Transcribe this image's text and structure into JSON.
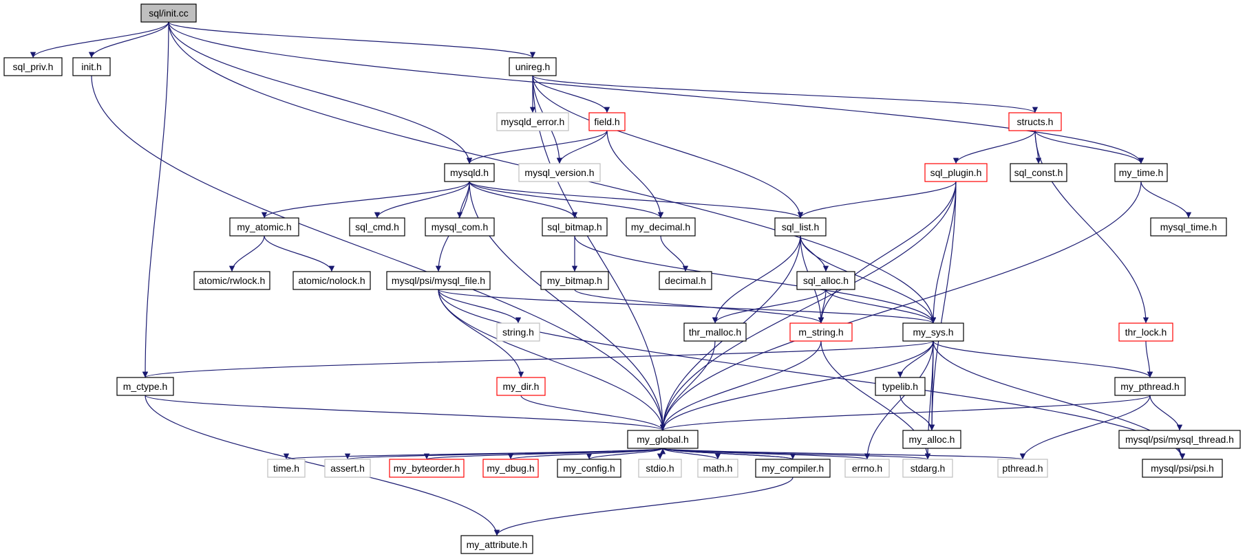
{
  "colors": {
    "edge": "#191970",
    "border_black": "#000000",
    "border_red": "#ff0000",
    "border_gray": "#bfbfbf",
    "root_fill": "#bfbfbf",
    "text": "#000000"
  },
  "nodes": [
    {
      "id": "init_cc",
      "label": "sql/init.cc",
      "style": "root"
    },
    {
      "id": "sql_priv",
      "label": "sql_priv.h",
      "style": "black"
    },
    {
      "id": "init_h",
      "label": "init.h",
      "style": "black"
    },
    {
      "id": "unireg",
      "label": "unireg.h",
      "style": "black"
    },
    {
      "id": "mysqld_error",
      "label": "mysqld_error.h",
      "style": "gray"
    },
    {
      "id": "field",
      "label": "field.h",
      "style": "red"
    },
    {
      "id": "structs",
      "label": "structs.h",
      "style": "red"
    },
    {
      "id": "mysqld",
      "label": "mysqld.h",
      "style": "black"
    },
    {
      "id": "mysql_version",
      "label": "mysql_version.h",
      "style": "gray"
    },
    {
      "id": "sql_plugin",
      "label": "sql_plugin.h",
      "style": "red"
    },
    {
      "id": "sql_const",
      "label": "sql_const.h",
      "style": "black"
    },
    {
      "id": "my_time",
      "label": "my_time.h",
      "style": "black"
    },
    {
      "id": "my_atomic",
      "label": "my_atomic.h",
      "style": "black"
    },
    {
      "id": "sql_cmd",
      "label": "sql_cmd.h",
      "style": "black"
    },
    {
      "id": "mysql_com",
      "label": "mysql_com.h",
      "style": "black"
    },
    {
      "id": "sql_bitmap",
      "label": "sql_bitmap.h",
      "style": "black"
    },
    {
      "id": "my_decimal",
      "label": "my_decimal.h",
      "style": "black"
    },
    {
      "id": "sql_list",
      "label": "sql_list.h",
      "style": "black"
    },
    {
      "id": "mysql_time",
      "label": "mysql_time.h",
      "style": "black"
    },
    {
      "id": "rwlock",
      "label": "atomic/rwlock.h",
      "style": "black"
    },
    {
      "id": "nolock",
      "label": "atomic/nolock.h",
      "style": "black"
    },
    {
      "id": "mysql_file",
      "label": "mysql/psi/mysql_file.h",
      "style": "black"
    },
    {
      "id": "my_bitmap",
      "label": "my_bitmap.h",
      "style": "black"
    },
    {
      "id": "decimal",
      "label": "decimal.h",
      "style": "black"
    },
    {
      "id": "sql_alloc",
      "label": "sql_alloc.h",
      "style": "black"
    },
    {
      "id": "string_h",
      "label": "string.h",
      "style": "gray"
    },
    {
      "id": "thr_malloc",
      "label": "thr_malloc.h",
      "style": "black"
    },
    {
      "id": "m_string",
      "label": "m_string.h",
      "style": "red"
    },
    {
      "id": "my_sys",
      "label": "my_sys.h",
      "style": "black"
    },
    {
      "id": "thr_lock",
      "label": "thr_lock.h",
      "style": "red"
    },
    {
      "id": "m_ctype",
      "label": "m_ctype.h",
      "style": "black"
    },
    {
      "id": "my_dir",
      "label": "my_dir.h",
      "style": "red"
    },
    {
      "id": "typelib",
      "label": "typelib.h",
      "style": "black"
    },
    {
      "id": "my_pthread",
      "label": "my_pthread.h",
      "style": "black"
    },
    {
      "id": "my_global",
      "label": "my_global.h",
      "style": "black"
    },
    {
      "id": "my_alloc",
      "label": "my_alloc.h",
      "style": "black"
    },
    {
      "id": "mysql_thread",
      "label": "mysql/psi/mysql_thread.h",
      "style": "black"
    },
    {
      "id": "time_h",
      "label": "time.h",
      "style": "gray"
    },
    {
      "id": "assert_h",
      "label": "assert.h",
      "style": "gray"
    },
    {
      "id": "my_byteorder",
      "label": "my_byteorder.h",
      "style": "red"
    },
    {
      "id": "my_dbug",
      "label": "my_dbug.h",
      "style": "red"
    },
    {
      "id": "my_config",
      "label": "my_config.h",
      "style": "black"
    },
    {
      "id": "stdio_h",
      "label": "stdio.h",
      "style": "gray"
    },
    {
      "id": "math_h",
      "label": "math.h",
      "style": "gray"
    },
    {
      "id": "my_compiler",
      "label": "my_compiler.h",
      "style": "black"
    },
    {
      "id": "errno_h",
      "label": "errno.h",
      "style": "gray"
    },
    {
      "id": "stdarg_h",
      "label": "stdarg.h",
      "style": "gray"
    },
    {
      "id": "pthread_h",
      "label": "pthread.h",
      "style": "gray"
    },
    {
      "id": "psi_h",
      "label": "mysql/psi/psi.h",
      "style": "black"
    },
    {
      "id": "my_attribute",
      "label": "my_attribute.h",
      "style": "black"
    }
  ],
  "edges": [
    [
      "init_cc",
      "sql_priv"
    ],
    [
      "init_cc",
      "init_h"
    ],
    [
      "init_cc",
      "unireg"
    ],
    [
      "init_cc",
      "mysqld"
    ],
    [
      "init_cc",
      "my_time"
    ],
    [
      "init_cc",
      "my_sys"
    ],
    [
      "init_cc",
      "m_ctype"
    ],
    [
      "init_h",
      "my_global"
    ],
    [
      "unireg",
      "mysqld_error"
    ],
    [
      "unireg",
      "field"
    ],
    [
      "unireg",
      "structs"
    ],
    [
      "unireg",
      "mysql_version"
    ],
    [
      "unireg",
      "sql_list"
    ],
    [
      "unireg",
      "my_global"
    ],
    [
      "field",
      "mysqld"
    ],
    [
      "field",
      "mysql_version"
    ],
    [
      "field",
      "my_decimal"
    ],
    [
      "structs",
      "sql_plugin"
    ],
    [
      "structs",
      "sql_const"
    ],
    [
      "structs",
      "my_time"
    ],
    [
      "structs",
      "thr_lock"
    ],
    [
      "mysqld",
      "my_atomic"
    ],
    [
      "mysqld",
      "sql_cmd"
    ],
    [
      "mysqld",
      "mysql_com"
    ],
    [
      "mysqld",
      "sql_bitmap"
    ],
    [
      "mysqld",
      "my_decimal"
    ],
    [
      "mysqld",
      "sql_list"
    ],
    [
      "mysqld",
      "mysql_file"
    ],
    [
      "mysqld",
      "my_global"
    ],
    [
      "my_time",
      "mysql_time"
    ],
    [
      "my_time",
      "my_global"
    ],
    [
      "my_atomic",
      "rwlock"
    ],
    [
      "my_atomic",
      "nolock"
    ],
    [
      "sql_bitmap",
      "my_bitmap"
    ],
    [
      "sql_bitmap",
      "my_sys"
    ],
    [
      "my_decimal",
      "decimal"
    ],
    [
      "sql_plugin",
      "sql_list"
    ],
    [
      "sql_plugin",
      "m_string"
    ],
    [
      "sql_plugin",
      "my_sys"
    ],
    [
      "sql_plugin",
      "my_global"
    ],
    [
      "sql_plugin",
      "my_alloc"
    ],
    [
      "sql_list",
      "sql_alloc"
    ],
    [
      "sql_list",
      "thr_malloc"
    ],
    [
      "sql_list",
      "m_string"
    ],
    [
      "sql_list",
      "my_sys"
    ],
    [
      "sql_list",
      "my_global"
    ],
    [
      "mysql_file",
      "string_h"
    ],
    [
      "mysql_file",
      "my_dir"
    ],
    [
      "mysql_file",
      "my_global"
    ],
    [
      "mysql_file",
      "my_sys"
    ],
    [
      "mysql_file",
      "psi_h"
    ],
    [
      "my_bitmap",
      "m_string"
    ],
    [
      "sql_alloc",
      "thr_malloc"
    ],
    [
      "sql_alloc",
      "m_string"
    ],
    [
      "sql_alloc",
      "my_sys"
    ],
    [
      "thr_malloc",
      "my_global"
    ],
    [
      "m_string",
      "my_global"
    ],
    [
      "m_string",
      "stdarg_h"
    ],
    [
      "my_sys",
      "m_ctype"
    ],
    [
      "my_sys",
      "typelib"
    ],
    [
      "my_sys",
      "my_pthread"
    ],
    [
      "my_sys",
      "my_global"
    ],
    [
      "my_sys",
      "my_alloc"
    ],
    [
      "my_sys",
      "errno_h"
    ],
    [
      "my_sys",
      "stdarg_h"
    ],
    [
      "my_sys",
      "psi_h"
    ],
    [
      "thr_lock",
      "my_pthread"
    ],
    [
      "m_ctype",
      "my_global"
    ],
    [
      "m_ctype",
      "my_attribute"
    ],
    [
      "my_dir",
      "my_global"
    ],
    [
      "typelib",
      "my_alloc"
    ],
    [
      "my_pthread",
      "my_global"
    ],
    [
      "my_pthread",
      "mysql_thread"
    ],
    [
      "my_pthread",
      "pthread_h"
    ],
    [
      "mysql_thread",
      "psi_h"
    ],
    [
      "my_global",
      "time_h"
    ],
    [
      "my_global",
      "assert_h"
    ],
    [
      "my_global",
      "my_byteorder"
    ],
    [
      "my_global",
      "my_dbug"
    ],
    [
      "my_global",
      "my_config"
    ],
    [
      "my_global",
      "stdio_h"
    ],
    [
      "my_global",
      "math_h"
    ],
    [
      "my_global",
      "my_compiler"
    ],
    [
      "my_global",
      "errno_h"
    ],
    [
      "my_global",
      "stdarg_h"
    ],
    [
      "my_global",
      "pthread_h"
    ],
    [
      "my_compiler",
      "my_global"
    ],
    [
      "my_compiler",
      "my_attribute"
    ]
  ]
}
